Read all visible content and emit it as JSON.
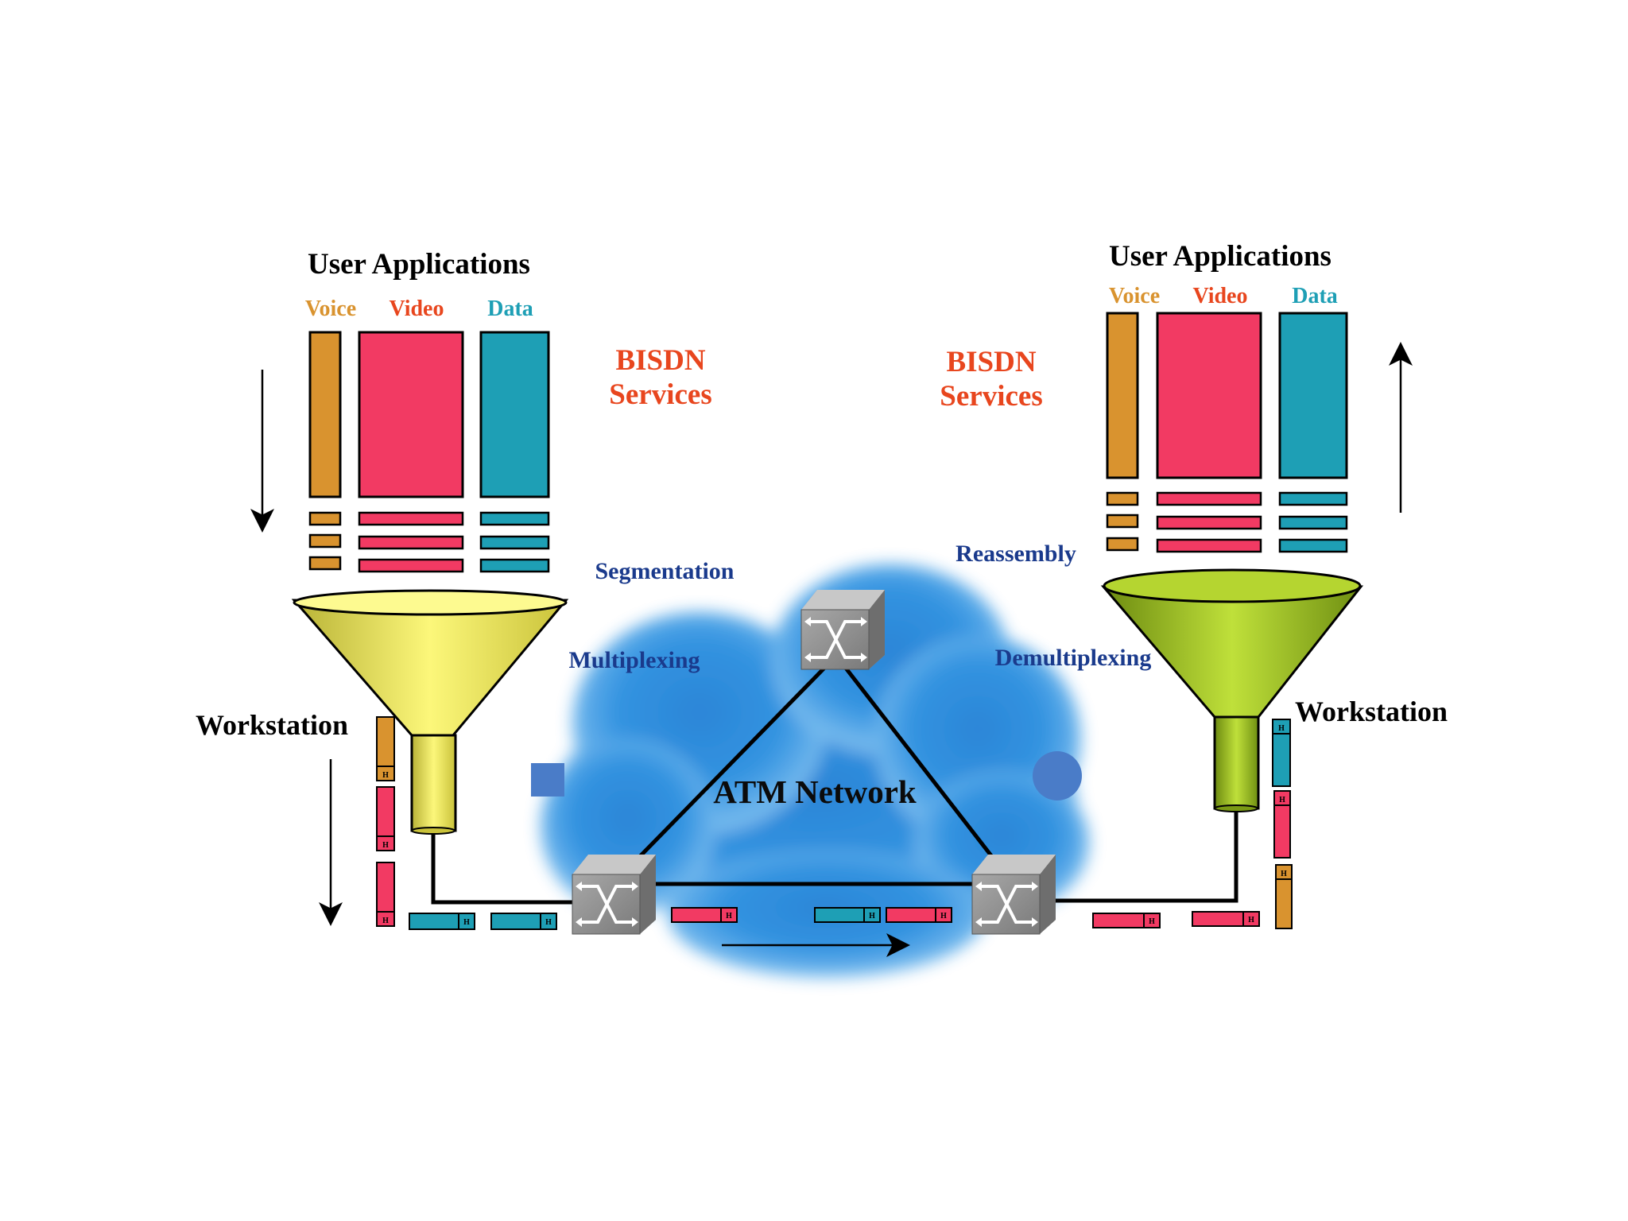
{
  "colors": {
    "voice": "#D9932F",
    "video": "#F23A63",
    "data": "#1E9FB5",
    "bisdn": "#E8461E",
    "process": "#1A3A8C",
    "cloud": "#2A8FE0"
  },
  "left": {
    "title": "User Applications",
    "voice": "Voice",
    "video": "Video",
    "data": "Data",
    "bisdn_line1": "BISDN",
    "bisdn_line2": "Services",
    "segmentation": "Segmentation",
    "multiplexing": "Multiplexing",
    "workstation": "Workstation",
    "cell_header": "H"
  },
  "right": {
    "title": "User Applications",
    "voice": "Voice",
    "video": "Video",
    "data": "Data",
    "bisdn_line1": "BISDN",
    "bisdn_line2": "Services",
    "reassembly": "Reassembly",
    "demultiplexing": "Demultiplexing",
    "workstation": "Workstation",
    "cell_header": "H"
  },
  "network": {
    "label": "ATM Network",
    "cell_header": "H"
  },
  "icons": [
    "switch-icon",
    "funnel-icon",
    "arrow-down-icon",
    "arrow-up-icon",
    "arrow-right-icon",
    "square-shape",
    "circle-shape"
  ]
}
